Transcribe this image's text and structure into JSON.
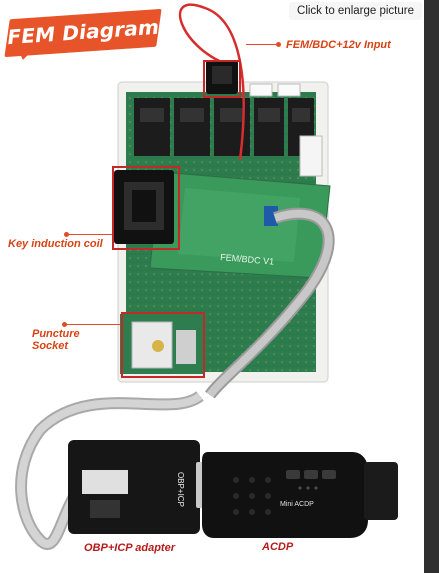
{
  "hint": "Click to enlarge picture",
  "diagram_title": "FEM Diagram",
  "labels": {
    "fem_input": "FEM/BDC+12v Input",
    "key_coil": "Key induction coil",
    "puncture_1": "Puncture",
    "puncture_2": "Socket",
    "obp_adapter": "OBP+ICP adapter",
    "acdp": "ACDP"
  },
  "board_text": {
    "adapter_name": "FEM/BDC V1",
    "obp_label": "OBP+ICP",
    "acdp_device": "Mini ACDP"
  },
  "colors": {
    "accent": "#e8542a",
    "board_green": "#2e7d4f",
    "box_red": "#c62828"
  }
}
